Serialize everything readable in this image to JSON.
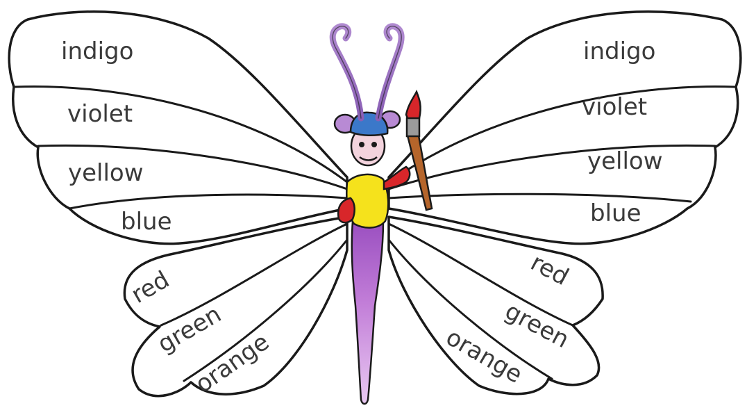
{
  "left_wing_labels": {
    "upper": [
      "indigo",
      "violet",
      "yellow",
      "blue"
    ],
    "lower": [
      "red",
      "green",
      "orange"
    ]
  },
  "right_wing_labels": {
    "upper": [
      "indigo",
      "violet",
      "yellow",
      "blue"
    ],
    "lower": [
      "red",
      "green",
      "orange"
    ]
  },
  "colors": {
    "body_purple": "#b06ad0",
    "shirt_yellow": "#f5e21c",
    "hands_red": "#d8262a",
    "hat_blue": "#3b78c9",
    "brush_brown": "#b5652b",
    "antenna_purple": "#a87fc8"
  }
}
